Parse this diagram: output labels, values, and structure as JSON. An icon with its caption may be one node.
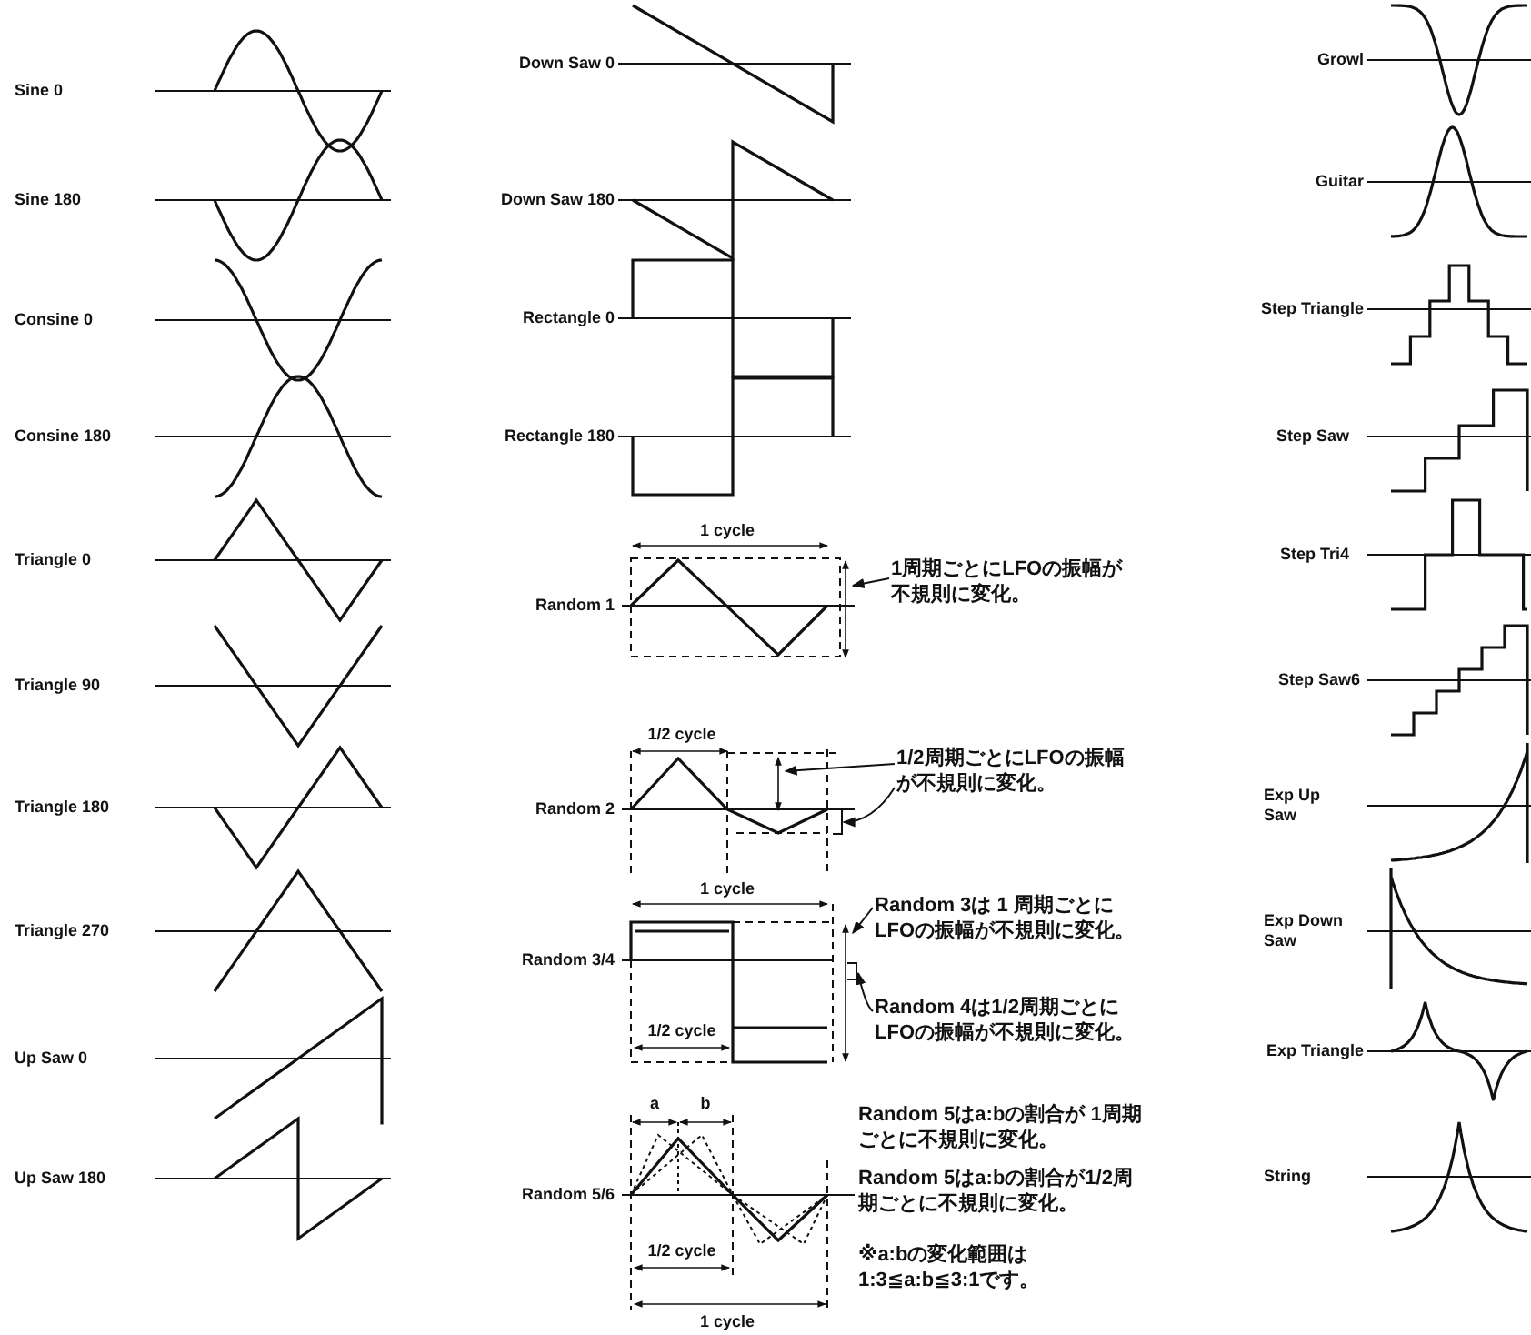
{
  "diagram": {
    "nodes": [
      {
        "text": [
          "1周期ごとにLFOの振幅が不規則に変化。"
        ]
      },
      {
        "text": [
          "1/2周期ごとにLFOの振幅が不規則に変化。"
        ]
      },
      {
        "text": [
          "Random 3は 1 周期ごとにLFOの振幅が不規則に変化。"
        ]
      },
      {
        "text": [
          "Random 4は1/2周期ごとにLFOの振幅が不規則に変化。"
        ]
      },
      {
        "text": [],
        "shape": "line"
      },
      {
        "text": [],
        "shape": "line"
      },
      {
        "text": [],
        "shape": "bracket"
      },
      {
        "text": [],
        "shape": "line"
      },
      {
        "text": [],
        "shape": "bracket"
      }
    ],
    "edges": [
      {
        "from": 0,
        "to": 4,
        "arrow": "to"
      },
      {
        "from": 1,
        "to": 5,
        "arrow": "to"
      },
      {
        "from": 1,
        "to": 6,
        "arrow": "to"
      },
      {
        "from": 2,
        "to": 7,
        "arrow": "to"
      },
      {
        "from": 3,
        "to": 8,
        "arrow": "to"
      }
    ],
    "labels": [
      "Sine 0",
      "Sine 180",
      "Consine 0",
      "Consine 180",
      "Triangle 0",
      "Triangle 90",
      "Triangle 180",
      "Triangle 270",
      "Up Saw 0",
      "Up Saw 180",
      "Down Saw 0",
      "Down Saw 180",
      "Rectangle 0",
      "Rectangle 180",
      "Random 1",
      "1 cycle",
      "Random 2",
      "1/2 cycle",
      "Random 3/4",
      "1 cycle",
      "1/2 cycle",
      "Random 5/6",
      "a",
      "b",
      "1/2 cycle",
      "1 cycle",
      "Random 5はa:bの割合が 1周期ごとに不規則に変化。",
      "Random 5はa:bの割合が1/2周期ごとに不規則に変化。",
      "※a:bの変化範囲は1:3≦a:b≦3:1です。",
      "Growl",
      "Guitar",
      "Step Triangle",
      "Step Saw",
      "Step Tri4",
      "Step Saw6",
      "Exp Up Saw",
      "Exp Down Saw",
      "Exp Triangle",
      "String"
    ]
  }
}
